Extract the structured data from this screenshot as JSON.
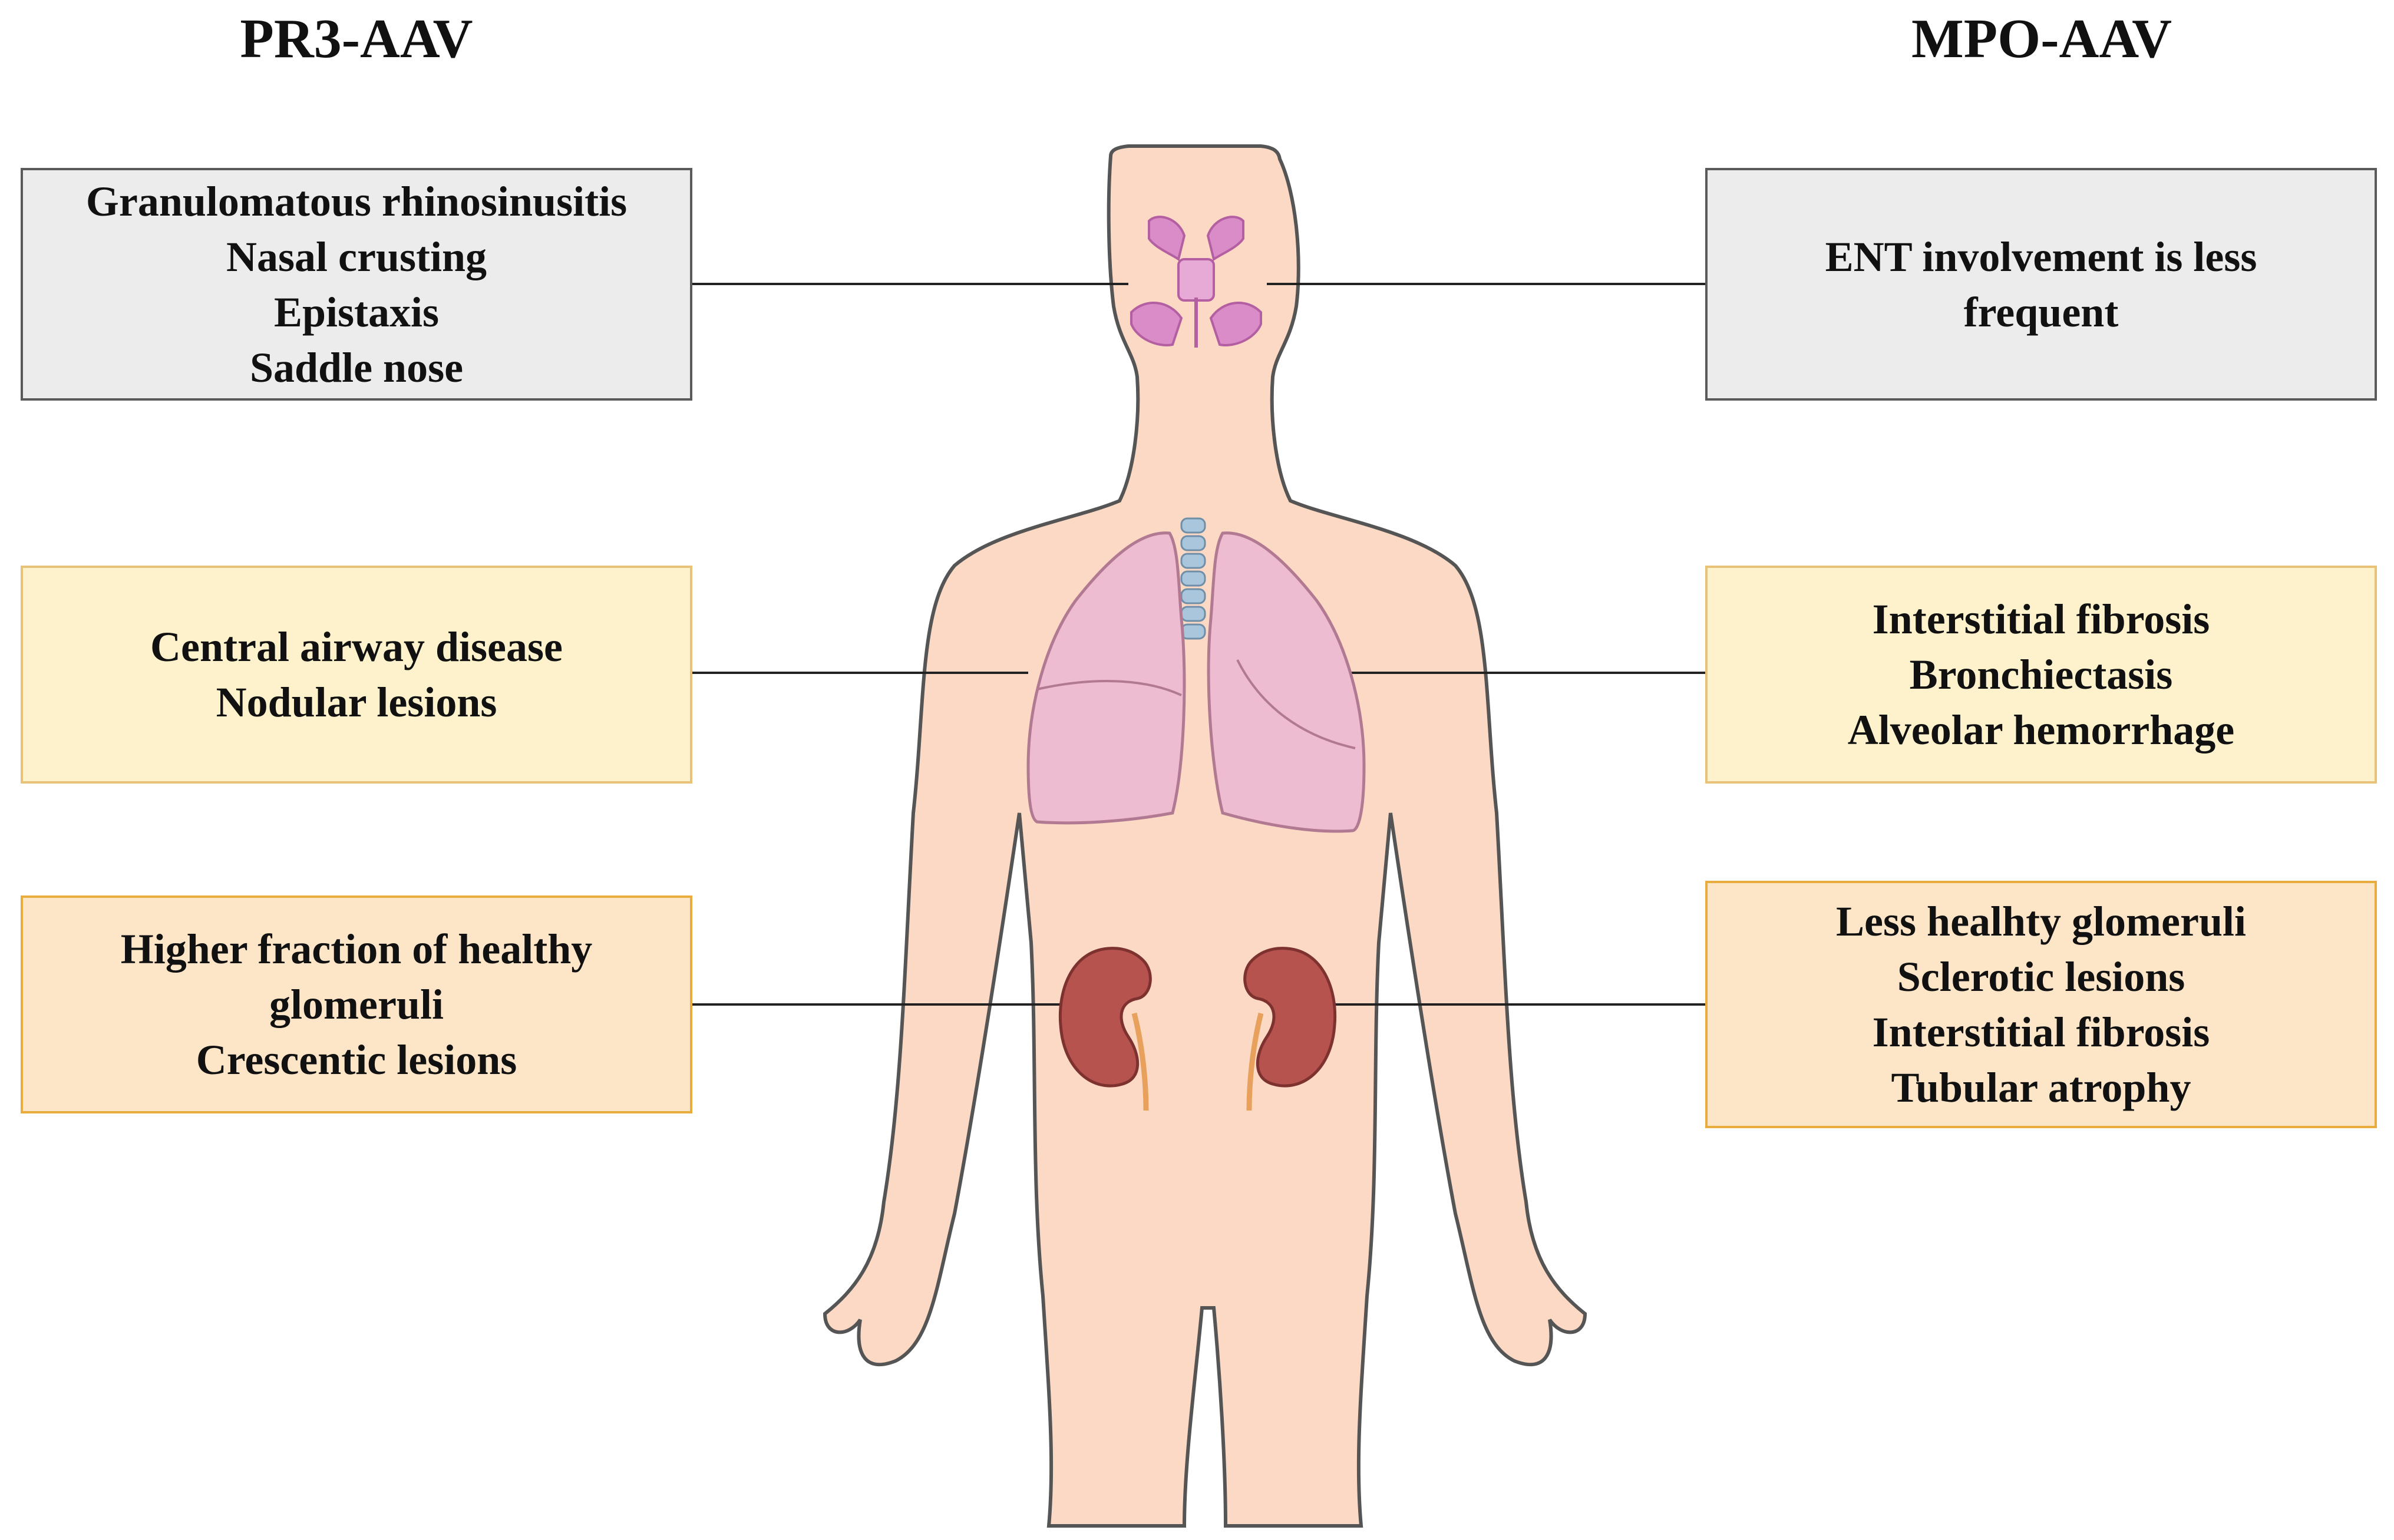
{
  "headings": {
    "left": "PR3-AAV",
    "right": "MPO-AAV"
  },
  "left": {
    "nose": [
      "Granulomatous rhinosinusitis",
      "Nasal crusting",
      "Epistaxis",
      "Saddle nose"
    ],
    "lung": [
      "Central airway disease",
      "Nodular lesions"
    ],
    "kidney": [
      "Higher fraction of healthy",
      "glomeruli",
      "Crescentic lesions"
    ]
  },
  "right": {
    "nose": [
      "ENT involvement is less",
      "frequent"
    ],
    "lung": [
      "Interstitial fibrosis",
      "Bronchiectasis",
      "Alveolar hemorrhage"
    ],
    "kidney": [
      "Less healhty glomeruli",
      "Sclerotic lesions",
      "Interstitial fibrosis",
      "Tubular atrophy"
    ]
  },
  "colors": {
    "skin": "#fcd9c4",
    "outline": "#555555",
    "sinus": "#d98cc8",
    "lung": "#edbcd0",
    "trachea": "#a9c6dc",
    "kidney": "#b7534f",
    "ureter": "#e8a15c"
  }
}
